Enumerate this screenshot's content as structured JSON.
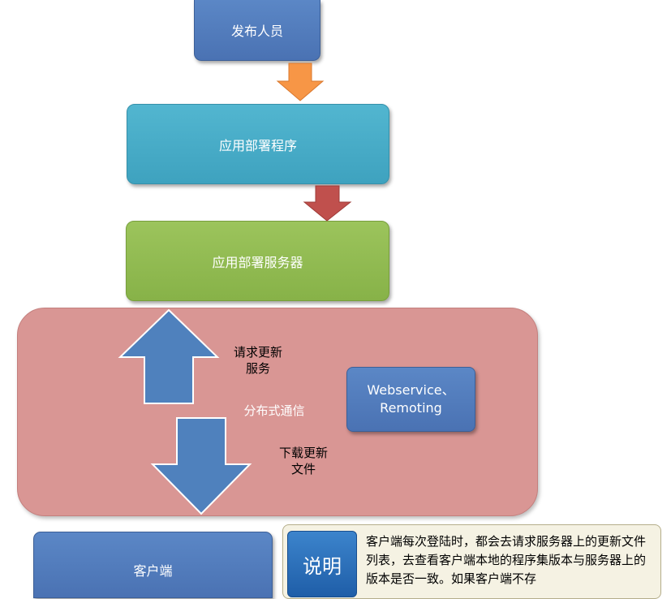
{
  "nodes": {
    "publisher": "发布人员",
    "deploy_app": "应用部署程序",
    "deploy_server": "应用部署服务器",
    "webservice_line1": "Webservice、",
    "webservice_line2": "Remoting",
    "client": "客户端"
  },
  "labels": {
    "request_line1": "请求更新",
    "request_line2": "服务",
    "distributed": "分布式通信",
    "download_line1": "下载更新",
    "download_line2": "文件"
  },
  "note": {
    "badge": "说明",
    "text": "客户端每次登陆时，都会去请求服务器上的更新文件列表，去查看客户端本地的程序集版本与服务器上的版本是否一致。如果客户端不存"
  },
  "colors": {
    "blue_box": "#4a72b3",
    "teal_box": "#3ea2bf",
    "green_box": "#87b248",
    "comm_zone": "#d99694",
    "arrow_orange": "#f79646",
    "arrow_red": "#c0504d",
    "arrow_blue": "#4f81bd"
  },
  "icons": {
    "down_arrow_1": "down-arrow-icon",
    "down_arrow_2": "down-arrow-icon",
    "up_arrow": "up-arrow-icon",
    "down_arrow_big": "down-arrow-icon"
  }
}
